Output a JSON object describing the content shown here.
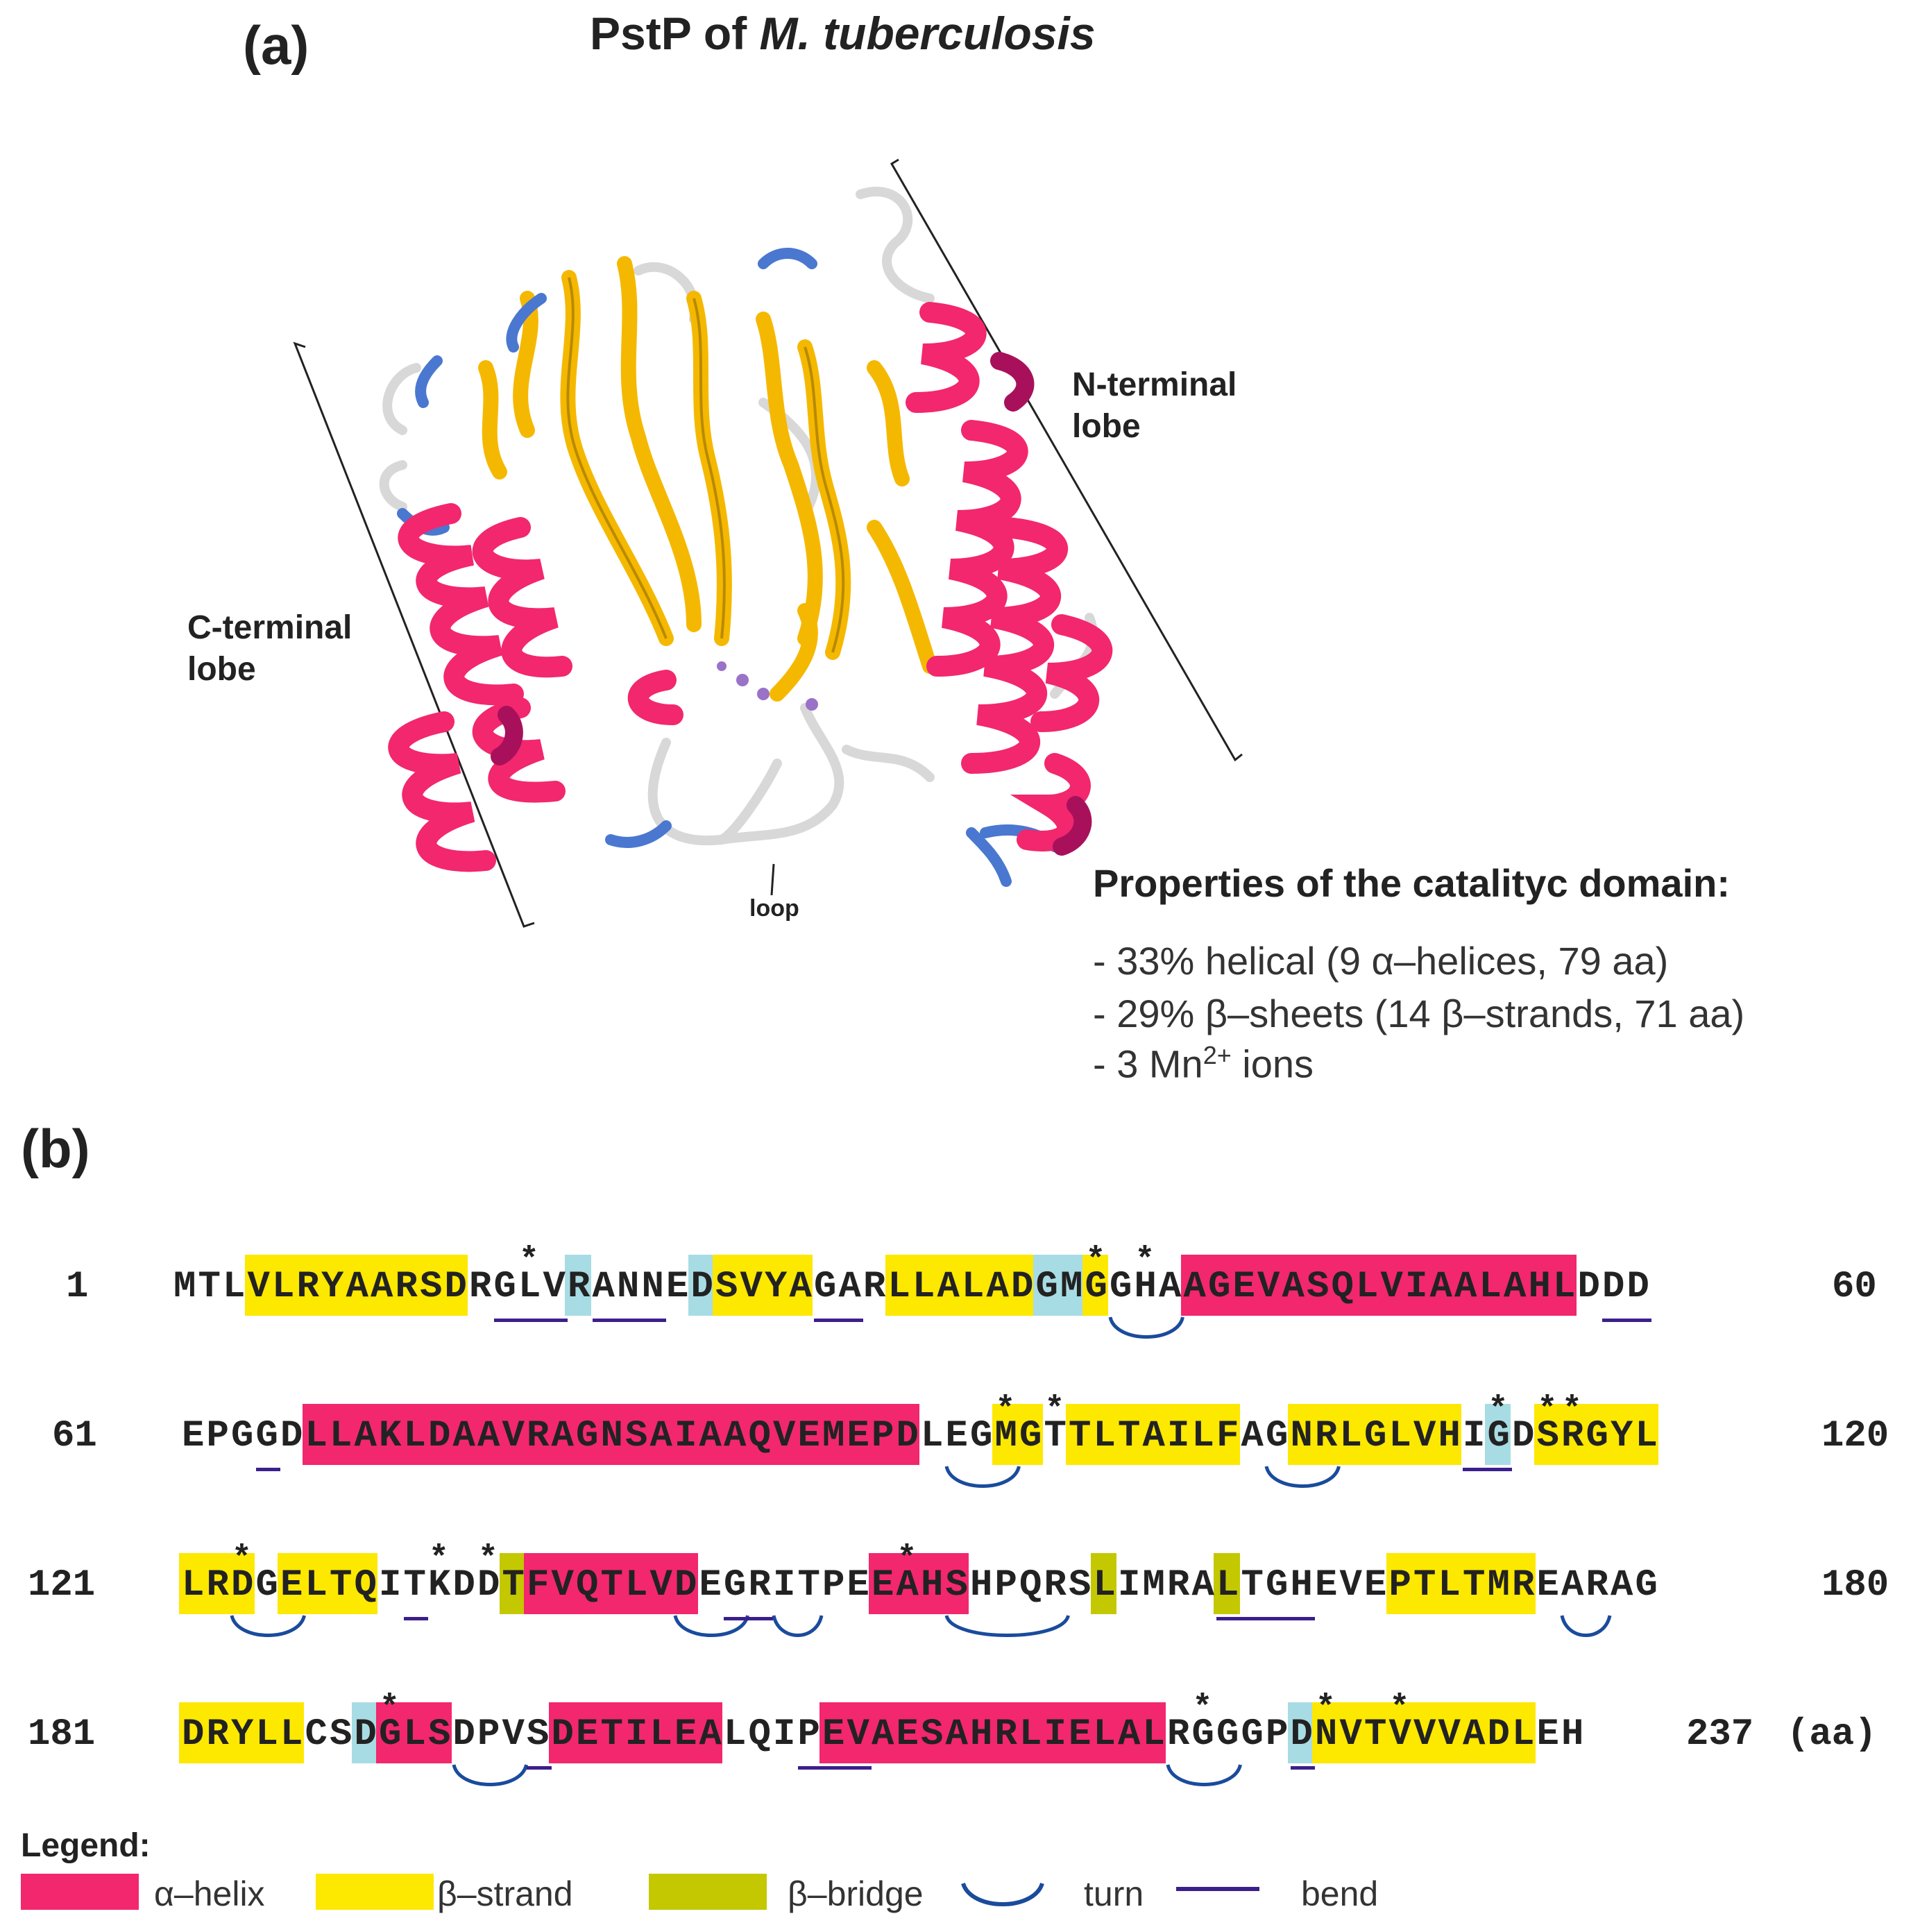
{
  "panel_a": {
    "label": "(a)",
    "title_prefix": "PstP of ",
    "title_italic": "M. tuberculosis",
    "n_lobe_line1": "N-terminal",
    "n_lobe_line2": "lobe",
    "c_lobe_line1": "C-terminal",
    "c_lobe_line2": "lobe",
    "loop_label": "loop",
    "properties_title": "Properties of the catalityc domain:",
    "prop1": "- 33% helical  (9 α–helices, 79 aa)",
    "prop2": "- 29% β–sheets (14 β–strands, 71 aa)",
    "prop3_pre": "- 3 Mn",
    "prop3_sup": "2+",
    "prop3_post": " ions"
  },
  "panel_b": {
    "label": "(b)",
    "rows": [
      {
        "start": "1",
        "end": "60",
        "seq": "MTLVLRYAARSDRGLVRANNEDSVYAGARLLALADGMGGHAAGEVASQLVIAALAHLDDD"
      },
      {
        "start": "61",
        "end": "120",
        "seq": "EPGGDLLAKLDAAVRAGNSAIAAQVEMEPDLEGMGTTLTAILFAGNRLGLVHIGDSRGYL"
      },
      {
        "start": "121",
        "end": "180",
        "seq": "LRDGELTQITKDDTFVQTLVDEGRITPEEAHSHPQRSLIMRALTGHEVEPTLTMREARAG"
      },
      {
        "start": "181",
        "end": "237",
        "suffix": "(aa)",
        "seq": "DRYLLCSDGLSDPVSDETILEALQIPEVAESAHRLIELALRGGGPDNVTVVVADLEH"
      }
    ]
  },
  "legend": {
    "title": "Legend:",
    "helix": "α–helix",
    "strand": "β–strand",
    "bridge": "β–bridge",
    "turn": "turn",
    "bend": "bend"
  },
  "colors": {
    "helix": "#f2276e",
    "strand": "#fde800",
    "bridge": "#c4c800",
    "cyan": "#a8dce4",
    "turn": "#1a4b9c",
    "bend": "#3b1f8c",
    "ribbon_gold": "#f5b800",
    "ribbon_blue": "#4a78d0",
    "ribbon_magenta": "#a8105c"
  }
}
